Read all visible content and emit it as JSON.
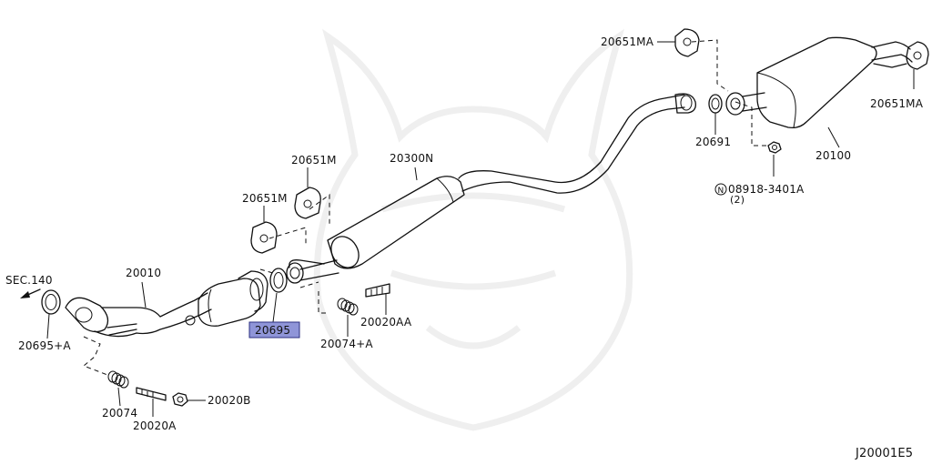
{
  "diagram_code": "J20001E5",
  "labels": {
    "sec140": "SEC.140",
    "p20010": "20010",
    "p20695a": "20695+A",
    "p20074": "20074",
    "p20020a": "20020A",
    "p20020b": "20020B",
    "p20695": "20695",
    "p20074a": "20074+A",
    "p20020aa": "20020AA",
    "p20651m_a": "20651M",
    "p20651m_b": "20651M",
    "p20300n": "20300N",
    "p20651ma_top": "20651MA",
    "p20651ma_right": "20651MA",
    "p20691": "20691",
    "p20100": "20100",
    "nut_ref": "08918-3401A",
    "nut_qty": "(2)"
  },
  "highlighted_part": "20695",
  "colors": {
    "highlight": "#8f95d8",
    "line": "#111111",
    "watermark": "#efefef"
  }
}
